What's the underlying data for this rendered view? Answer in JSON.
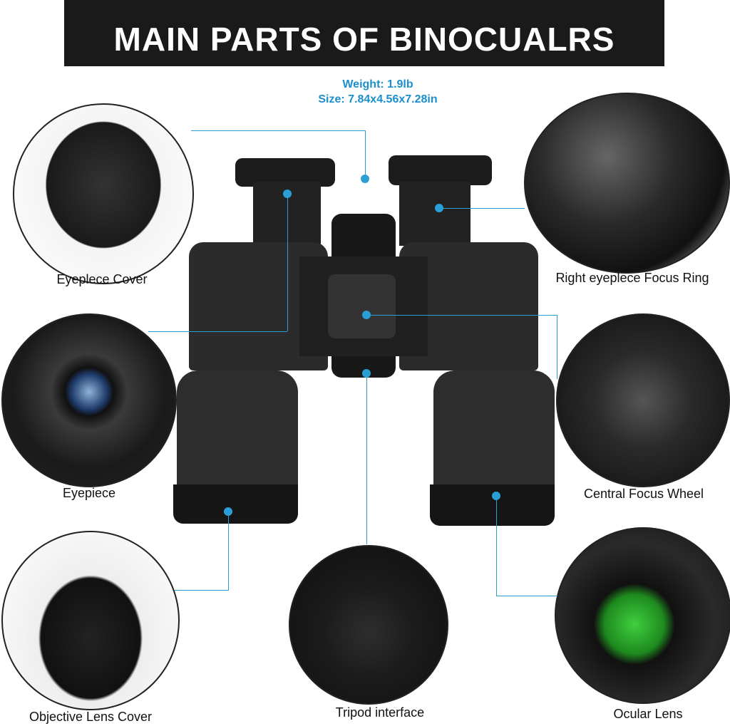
{
  "title": "MAIN PARTS OF BINOCUALRS",
  "specs": {
    "weight": "Weight: 1.9lb",
    "size": "Size: 7.84x4.56x7.28in"
  },
  "parts": {
    "eyepiece_cover": "Eyeplece Cover",
    "right_focus_ring": "Right eyeplece Focus Ring",
    "eyepiece": "Eyepiece",
    "central_focus_wheel": "Central Focus Wheel",
    "objective_lens_cover": "Objective Lens Cover",
    "tripod_interface": "Tripod interface",
    "ocular_lens": "Ocular Lens"
  },
  "colors": {
    "accent": "#2a9fd6",
    "banner": "#1a1a1a"
  }
}
